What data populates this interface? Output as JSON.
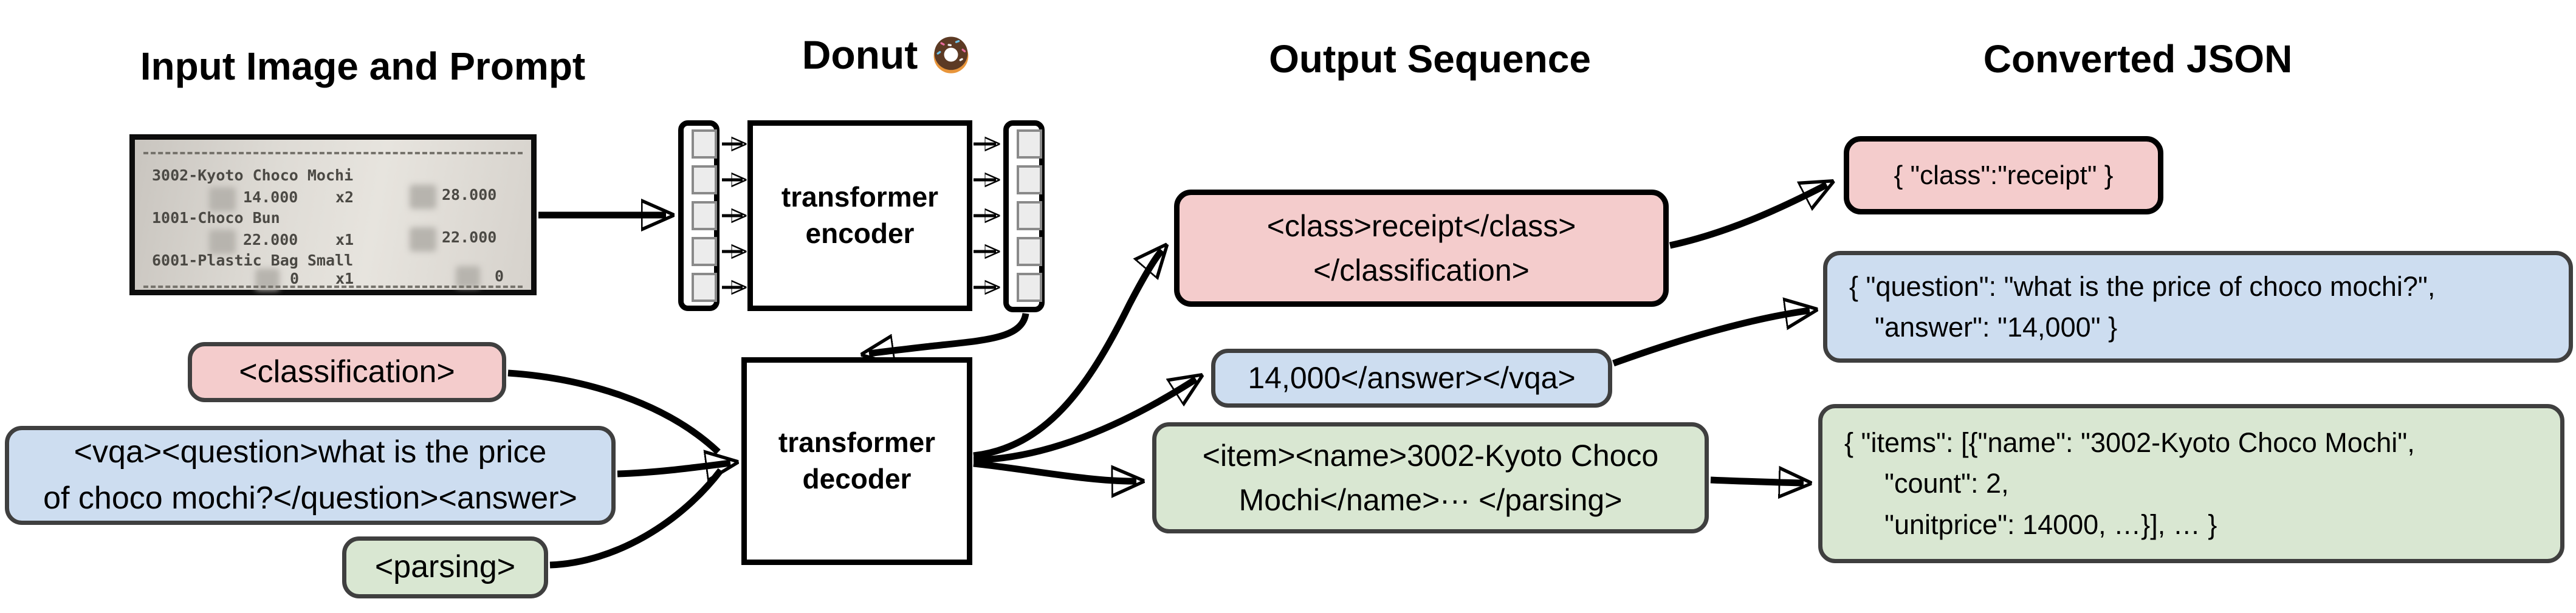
{
  "titles": {
    "input": "Input Image and Prompt",
    "model": "Donut",
    "output": "Output Sequence",
    "json": "Converted JSON"
  },
  "receipt": {
    "lines": [
      {
        "name": "3002-Kyoto Choco Mochi"
      },
      {
        "price": "14.000",
        "qty": "x2",
        "total": "28.000"
      },
      {
        "name": "1001-Choco Bun"
      },
      {
        "price": "22.000",
        "qty": "x1",
        "total": "22.000"
      },
      {
        "name": "6001-Plastic Bag Small"
      },
      {
        "price": "0",
        "qty": "x1",
        "total": "0"
      }
    ]
  },
  "model": {
    "encoder": [
      "transformer",
      "encoder"
    ],
    "decoder": [
      "transformer",
      "decoder"
    ]
  },
  "prompts": {
    "classification": "<classification>",
    "vqa": [
      "<vqa><question>what is the price",
      "of choco mochi?</question><answer>"
    ],
    "parsing": "<parsing>"
  },
  "outputs": {
    "classification": [
      "<class>receipt</class>",
      "</classification>"
    ],
    "vqa": "14,000</answer></vqa>",
    "parsing": [
      "<item><name>3002-Kyoto Choco",
      "Mochi</name>··· </parsing>"
    ]
  },
  "json_outputs": {
    "classification": "{ \"class\":\"receipt\" }",
    "vqa": [
      "{ \"question\": \"what is the price of choco mochi?\",",
      "\"answer\": \"14,000\" }"
    ],
    "parsing": [
      "{ \"items\": [{\"name\": \"3002-Kyoto Choco Mochi\",",
      "\"count\": 2,",
      "\"unitprice\": 14000, …}], … }"
    ]
  },
  "colors": {
    "classification_fill": "#f4cccc",
    "vqa_fill": "#cdddf0",
    "parsing_fill": "#d9e7d2",
    "outline_grey": "#3f3f3f",
    "outline_black": "#000000"
  },
  "icons": {
    "donut": "donut-icon"
  }
}
